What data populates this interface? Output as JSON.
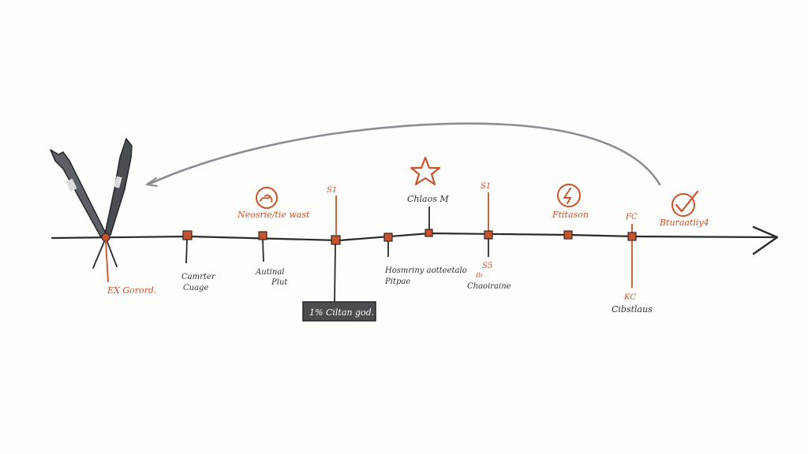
{
  "colors": {
    "ink": "#2b2b2b",
    "accent": "#c6532a",
    "arc": "#8a8d91",
    "scissors": "#55585d",
    "box_fill": "#4a4c50",
    "background": "#fdfdfc"
  },
  "icons": [
    "scissors-icon",
    "link-icon",
    "star-icon",
    "lightning-icon",
    "check-icon",
    "arrow-head-icon"
  ],
  "labels": {
    "start_below": "EX Gorord.",
    "m1_below_a": "Camrter",
    "m1_below_b": "Cuage",
    "m2_above": "Neosrie/tie wast",
    "m2_below_a": "Autinal",
    "m2_below_b": "Plut",
    "m3_tick": "S1",
    "m3_box": "1% Ciltan god.",
    "m4_below_a": "Hosmriny aotteetalo",
    "m4_below_b": "Pitpae",
    "m5_above": "Chlaos M",
    "m6_tick_top": "S1",
    "m6_tick_bottom": "S5",
    "m6_tick_bottom_b": "Ib",
    "m6_below": "Chaoiraine",
    "m7_above": "Ftitason",
    "m8_tick_top": "FC",
    "m8_tick_bottom": "KC",
    "m8_below": "Cibstlaus",
    "m9_above": "Bturaatiiy4"
  }
}
